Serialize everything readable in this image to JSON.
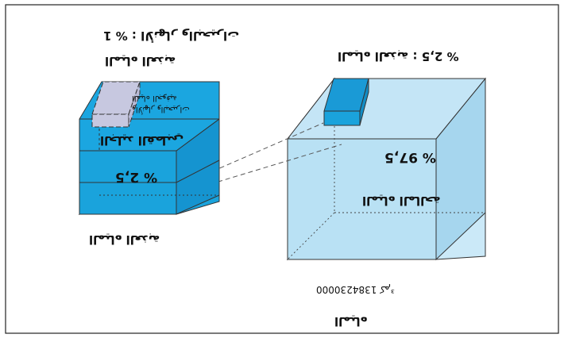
{
  "diagram": {
    "total": {
      "title": "المياه",
      "volume": "1384230000 كم³",
      "label": "المياه المالحة",
      "percent": "97,5 %"
    },
    "fresh_small": {
      "label": "المياه العذبة : 2,5 %"
    },
    "fresh": {
      "title": "المياه العذبة",
      "percent": "2,5 %",
      "glacier_label": "الجليد القطبي",
      "sub_line1": "المياه الجوفية",
      "sub_line2": "والأنهار والبحيرات",
      "fraction_label": "المياه العذبة",
      "fraction_note": "1 % : الأنهار والبحيرات"
    }
  },
  "colors": {
    "salt_face": "#b9e1f4",
    "fresh_face": "#1aa3dc",
    "accent_box": "#c7c8e0",
    "edge": "#333333"
  }
}
